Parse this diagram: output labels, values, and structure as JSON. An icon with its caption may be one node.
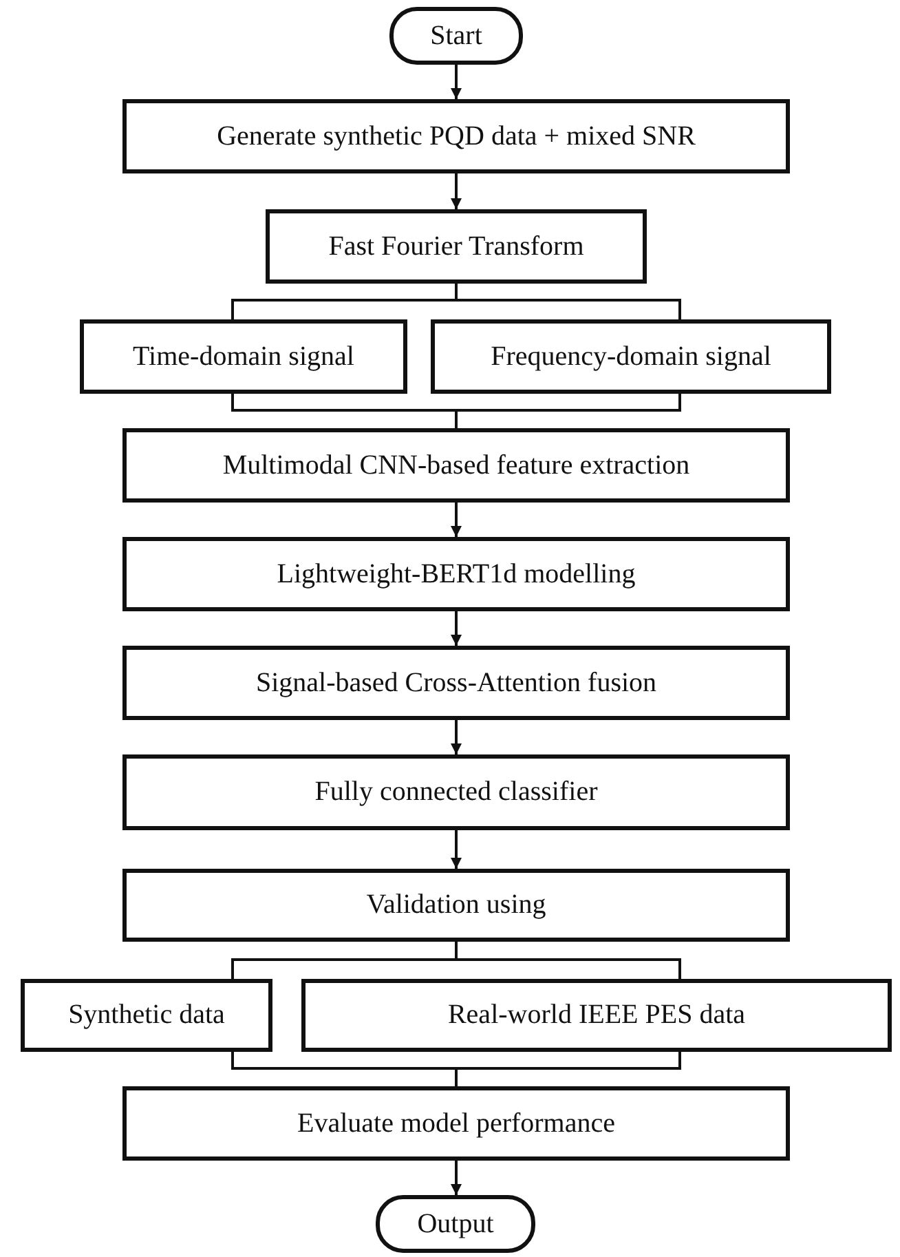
{
  "diagram": {
    "nodes": [
      {
        "text": [
          "Start"
        ]
      },
      {
        "text": [
          "Generate synthetic PQD data + mixed SNR"
        ]
      },
      {
        "text": [
          "Fast Fourier Transform"
        ]
      },
      {
        "text": [
          "Time-domain signal"
        ]
      },
      {
        "text": [
          "Frequency-domain signal"
        ]
      },
      {
        "text": [
          "Multimodal CNN-based feature extraction"
        ]
      },
      {
        "text": [
          "Lightweight-BERT1d modelling"
        ]
      },
      {
        "text": [
          "Signal-based Cross-Attention fusion"
        ]
      },
      {
        "text": [
          "Fully connected classifier"
        ]
      },
      {
        "text": [
          "Validation using"
        ]
      },
      {
        "text": [
          "Synthetic data"
        ]
      },
      {
        "text": [
          "Real-world IEEE PES data"
        ]
      },
      {
        "text": [
          "Evaluate model performance"
        ]
      },
      {
        "text": [
          "Output"
        ]
      }
    ],
    "edges": [
      {
        "from": 0,
        "to": 1,
        "arrow": "to"
      },
      {
        "from": 1,
        "to": 2,
        "arrow": "to"
      },
      {
        "from": 2,
        "to": 3,
        "arrow": "none"
      },
      {
        "from": 2,
        "to": 4,
        "arrow": "none"
      },
      {
        "from": 3,
        "to": 5,
        "arrow": "none"
      },
      {
        "from": 4,
        "to": 5,
        "arrow": "none"
      },
      {
        "from": 5,
        "to": 6,
        "arrow": "to"
      },
      {
        "from": 6,
        "to": 7,
        "arrow": "to"
      },
      {
        "from": 7,
        "to": 8,
        "arrow": "to"
      },
      {
        "from": 8,
        "to": 9,
        "arrow": "to"
      },
      {
        "from": 9,
        "to": 10,
        "arrow": "none"
      },
      {
        "from": 9,
        "to": 11,
        "arrow": "none"
      },
      {
        "from": 10,
        "to": 12,
        "arrow": "none"
      },
      {
        "from": 11,
        "to": 12,
        "arrow": "none"
      },
      {
        "from": 12,
        "to": 13,
        "arrow": "to"
      }
    ]
  }
}
